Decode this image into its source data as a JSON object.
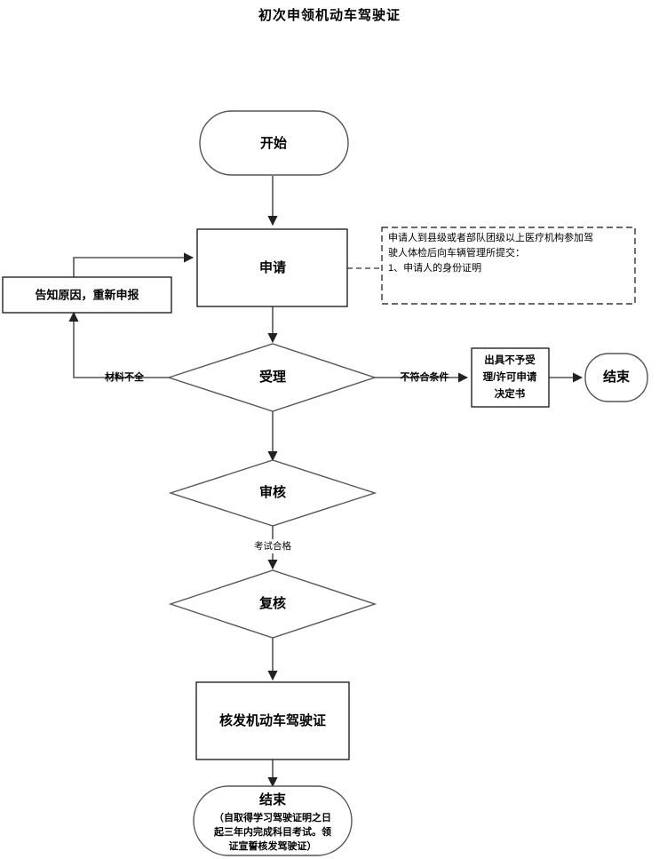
{
  "title": "初次申领机动车驾驶证",
  "nodes": {
    "start": {
      "label": "开始",
      "shape": "stadium"
    },
    "apply": {
      "label": "申请",
      "shape": "rect"
    },
    "inform": {
      "label": "告知原因，重新申报",
      "shape": "rect"
    },
    "accept": {
      "label": "受理",
      "shape": "diamond"
    },
    "review": {
      "label": "审核",
      "shape": "diamond"
    },
    "recheck": {
      "label": "复核",
      "shape": "diamond"
    },
    "issue": {
      "label": "核发机动车驾驶证",
      "shape": "rect"
    },
    "reject_letter": {
      "line1": "出具不予受",
      "line2": "理/许可申请",
      "line3": "决定书",
      "shape": "rect"
    },
    "end_right": {
      "label": "结束",
      "shape": "stadium"
    },
    "end_bottom": {
      "label": "结束",
      "sub1": "（自取得学习驾驶证明之日",
      "sub2": "起三年内完成科目考试。领",
      "sub3": "证宣誓核发驾驶证）",
      "shape": "stadium"
    }
  },
  "edge_labels": {
    "incomplete": "材料不全",
    "not_qualified": "不符合条件",
    "exam_passed": "考试合格"
  },
  "note": {
    "line1": "申请人到县级或者部队团级以上医疗机构参加驾",
    "line2": "驶人体检后向车辆管理所提交：",
    "line3": "1、申请人的身份证明"
  },
  "colors": {
    "stroke": "#555555",
    "stroke_dark": "#111111",
    "fill": "#ffffff",
    "text": "#000000"
  }
}
